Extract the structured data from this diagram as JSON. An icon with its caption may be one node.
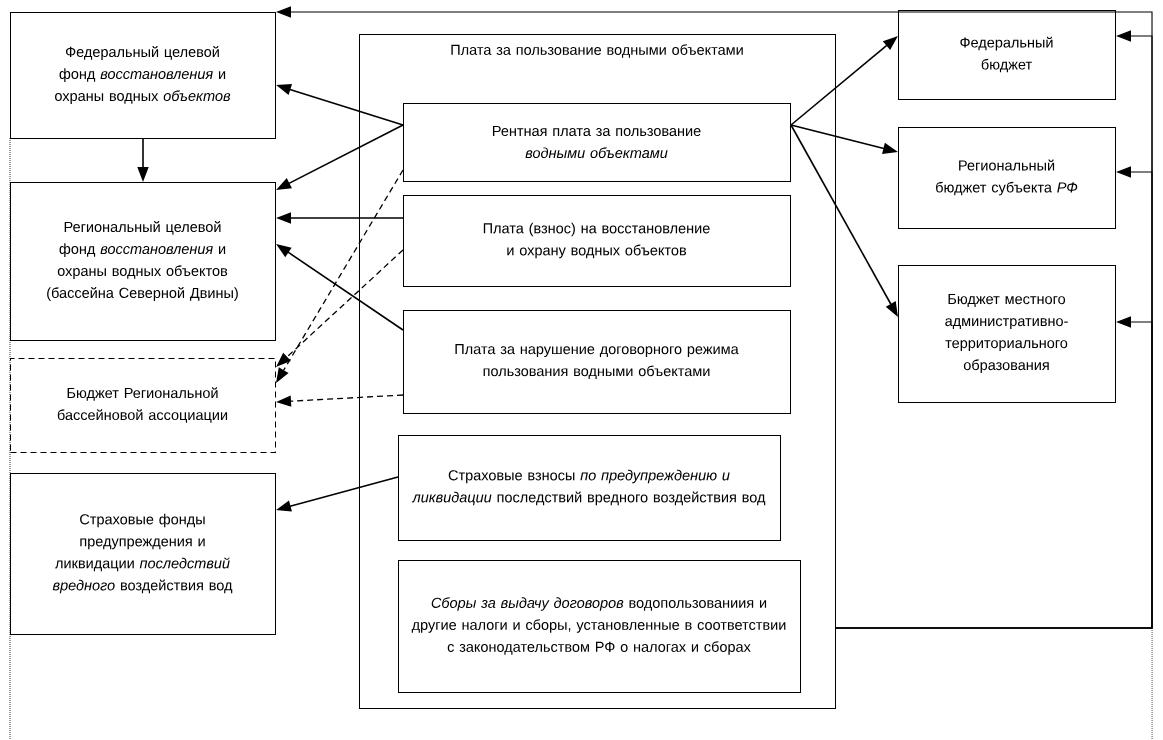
{
  "diagram": {
    "nodes": [
      {
        "text": [
          "Федеральный целевой фонд *восстановления* и охраны водных *объектов*"
        ]
      },
      {
        "text": [
          "Региональный целевой фонд *восстановления* и охраны водных объектов (бассейна Северной Двины)"
        ]
      },
      {
        "text": [
          "Бюджет Региональной бассейновой ассоциации"
        ]
      },
      {
        "text": [
          "Страховые фонды предупреждения и ликвидации *последствий вредного* воздействия вод"
        ]
      },
      {
        "text": [
          "Плата за пользование водными объектами"
        ]
      },
      {
        "text": [
          "Рентная плата за пользование *водными объектами*"
        ],
        "in": 4
      },
      {
        "text": [
          "Плата (взнос) на восстановление и охрану водных объектов"
        ],
        "in": 4
      },
      {
        "text": [
          "Плата за нарушение договорного режима пользования водными объектами"
        ],
        "in": 4
      },
      {
        "text": [
          "Страховые взносы *по предупреждению и ликвидации* последствий вредного воздействия вод"
        ],
        "in": 4
      },
      {
        "text": [
          "*Сборы за выдачу договоров* водопользованиия и другие налоги и сборы, установленные в соответствии с законодательством РФ о налогах и сборах"
        ],
        "in": 4
      },
      {
        "text": [
          "Федеральный бюджет"
        ]
      },
      {
        "text": [
          "Региональный бюджет субъекта *РФ*"
        ]
      },
      {
        "text": [
          "Бюджет местного административно-территориального образования"
        ]
      }
    ],
    "edges": [
      {
        "from": 0,
        "to": 1,
        "arrow": "to"
      },
      {
        "from": 5,
        "to": 0,
        "arrow": "to"
      },
      {
        "from": 5,
        "to": 1,
        "arrow": "to"
      },
      {
        "from": 6,
        "to": 1,
        "arrow": "to"
      },
      {
        "from": 7,
        "to": 1,
        "arrow": "to"
      },
      {
        "from": 5,
        "to": 2,
        "arrow": "to",
        "style": "dashed"
      },
      {
        "from": 6,
        "to": 2,
        "arrow": "to",
        "style": "dashed"
      },
      {
        "from": 7,
        "to": 2,
        "arrow": "to",
        "style": "dashed"
      },
      {
        "from": 8,
        "to": 3,
        "arrow": "to"
      },
      {
        "from": 5,
        "to": 10,
        "arrow": "to"
      },
      {
        "from": 5,
        "to": 11,
        "arrow": "to"
      },
      {
        "from": 5,
        "to": 12,
        "arrow": "to"
      },
      {
        "from": 4,
        "to": 10,
        "arrow": "to"
      },
      {
        "from": 4,
        "to": 11,
        "arrow": "to"
      },
      {
        "from": 4,
        "to": 12,
        "arrow": "to"
      },
      {
        "from": 4,
        "to": 0,
        "arrow": "to"
      }
    ]
  }
}
